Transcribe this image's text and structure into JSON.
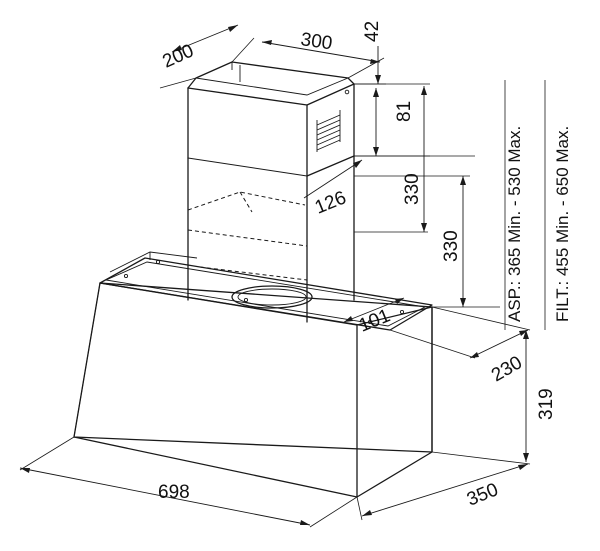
{
  "dimensions": {
    "chimney_depth": "200",
    "chimney_width": "300",
    "top_offset": "42",
    "upper_segment": "81",
    "upper_chimney_height": "330",
    "lower_chimney_height": "330",
    "chimney_offset": "126",
    "outlet_offset": "101",
    "hood_offset": "230",
    "hood_height": "319",
    "hood_width": "698",
    "hood_depth": "350"
  },
  "specs": {
    "aspiration": "ASP.: 365 Min. - 530 Max.",
    "filter": "FILT.: 455 Min. - 650 Max."
  }
}
